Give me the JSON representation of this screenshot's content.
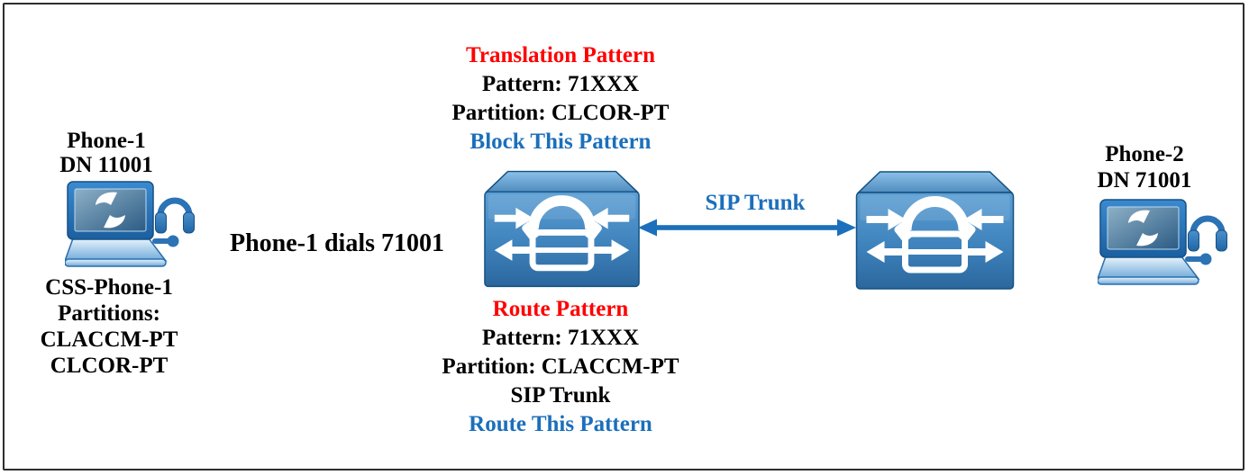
{
  "colors": {
    "red": "#ff0000",
    "blue": "#1b6fbb",
    "ink": "#000000",
    "device-blue": "#2b73b5",
    "border": "#2d2d2d"
  },
  "phone1": {
    "name": "Phone-1",
    "dn": "DN 11001"
  },
  "phone1_css": {
    "line1": "CSS-Phone-1",
    "line2": "Partitions:",
    "line3": "CLACCM-PT",
    "line4": "CLCOR-PT"
  },
  "dial_label": "Phone-1 dials 71001",
  "translation_pattern": {
    "title": "Translation Pattern",
    "line1": "Pattern: 71XXX",
    "line2": "Partition: CLCOR-PT",
    "action": "Block This Pattern"
  },
  "route_pattern": {
    "title": "Route Pattern",
    "line1": "Pattern: 71XXX",
    "line2": "Partition: CLACCM-PT",
    "line3": "SIP Trunk",
    "action": "Route This Pattern"
  },
  "sip_trunk": {
    "label": "SIP Trunk"
  },
  "phone2": {
    "name": "Phone-2",
    "dn": "DN 71001"
  },
  "icons": {
    "laptop": "jabber-laptop-icon",
    "headset": "headset-icon",
    "cucm": "cucm-call-manager-icon",
    "sip_arrow": "sip-trunk-double-arrow"
  }
}
